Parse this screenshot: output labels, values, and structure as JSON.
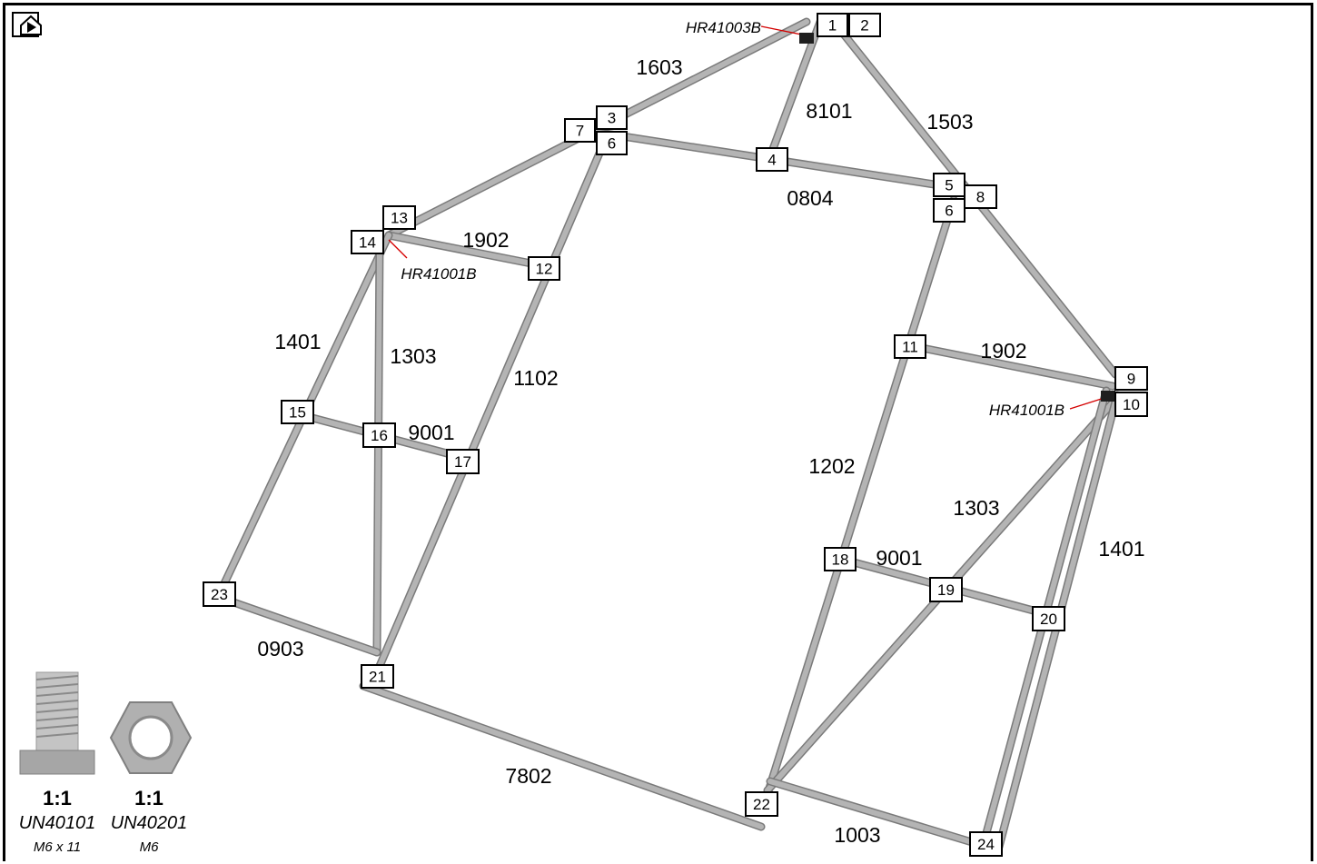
{
  "diagram": {
    "nodes": [
      {
        "id": "n1",
        "label": "1"
      },
      {
        "id": "n2",
        "label": "2"
      },
      {
        "id": "n3",
        "label": "3"
      },
      {
        "id": "n4",
        "label": "4"
      },
      {
        "id": "n5",
        "label": "5"
      },
      {
        "id": "n6a",
        "label": "6"
      },
      {
        "id": "n6b",
        "label": "6"
      },
      {
        "id": "n7",
        "label": "7"
      },
      {
        "id": "n8",
        "label": "8"
      },
      {
        "id": "n9",
        "label": "9"
      },
      {
        "id": "n10",
        "label": "10"
      },
      {
        "id": "n11",
        "label": "11"
      },
      {
        "id": "n12",
        "label": "12"
      },
      {
        "id": "n13",
        "label": "13"
      },
      {
        "id": "n14",
        "label": "14"
      },
      {
        "id": "n15",
        "label": "15"
      },
      {
        "id": "n16",
        "label": "16"
      },
      {
        "id": "n17",
        "label": "17"
      },
      {
        "id": "n18",
        "label": "18"
      },
      {
        "id": "n19",
        "label": "19"
      },
      {
        "id": "n20",
        "label": "20"
      },
      {
        "id": "n21",
        "label": "21"
      },
      {
        "id": "n22",
        "label": "22"
      },
      {
        "id": "n23",
        "label": "23"
      },
      {
        "id": "n24",
        "label": "24"
      }
    ],
    "part_labels": [
      {
        "id": "p1603",
        "text": "1603"
      },
      {
        "id": "p8101",
        "text": "8101"
      },
      {
        "id": "p1503",
        "text": "1503"
      },
      {
        "id": "p0804",
        "text": "0804"
      },
      {
        "id": "p1902a",
        "text": "1902"
      },
      {
        "id": "p1401a",
        "text": "1401"
      },
      {
        "id": "p1303a",
        "text": "1303"
      },
      {
        "id": "p1102",
        "text": "1102"
      },
      {
        "id": "p9001a",
        "text": "9001"
      },
      {
        "id": "p0903",
        "text": "0903"
      },
      {
        "id": "p7802",
        "text": "7802"
      },
      {
        "id": "p1902b",
        "text": "1902"
      },
      {
        "id": "p1202",
        "text": "1202"
      },
      {
        "id": "p1303b",
        "text": "1303"
      },
      {
        "id": "p9001b",
        "text": "9001"
      },
      {
        "id": "p1401b",
        "text": "1401"
      },
      {
        "id": "p1003",
        "text": "1003"
      }
    ],
    "connectors": [
      {
        "id": "c1",
        "text": "HR41003B"
      },
      {
        "id": "c2",
        "text": "HR41001B"
      },
      {
        "id": "c3",
        "text": "HR41001B"
      }
    ]
  },
  "hardware": {
    "screw": {
      "ratio": "1:1",
      "code": "UN40101",
      "spec": "M6 x 11"
    },
    "nut": {
      "ratio": "1:1",
      "code": "UN40201",
      "spec": "M6"
    }
  },
  "colors": {
    "beam": "#b4b4b4",
    "beam_edge": "#7a7a7a",
    "leader": "#d40000"
  }
}
